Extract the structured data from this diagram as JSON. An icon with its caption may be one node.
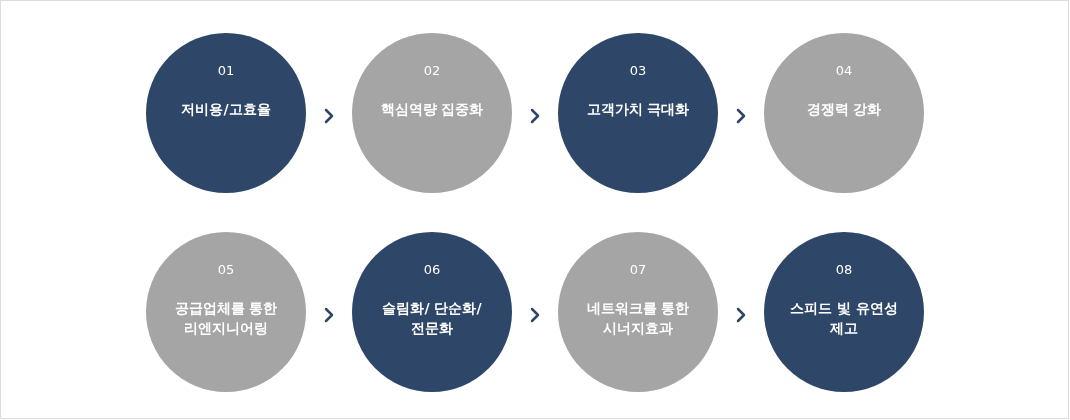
{
  "diagram": {
    "nodes": [
      {
        "text": [
          "01",
          "저비용/고효율"
        ]
      },
      {
        "text": [
          "02",
          "핵심역량 집중화"
        ]
      },
      {
        "text": [
          "03",
          "고객가치 극대화"
        ]
      },
      {
        "text": [
          "04",
          "경쟁력 강화"
        ]
      },
      {
        "text": [
          "05",
          "공급업체를 통한 리엔지니어링"
        ]
      },
      {
        "text": [
          "06",
          "슬림화/ 단순화/전문화"
        ]
      },
      {
        "text": [
          "07",
          "네트워크를 통한 시너지효과"
        ]
      },
      {
        "text": [
          "08",
          "스피드 빛 유연성 제고"
        ]
      }
    ],
    "edges": [
      {
        "from": 0,
        "to": 1,
        "arrow": "to"
      },
      {
        "from": 1,
        "to": 2,
        "arrow": "to"
      },
      {
        "from": 2,
        "to": 3,
        "arrow": "to"
      },
      {
        "from": 4,
        "to": 5,
        "arrow": "to"
      },
      {
        "from": 5,
        "to": 6,
        "arrow": "to"
      },
      {
        "from": 6,
        "to": 7,
        "arrow": "to"
      }
    ]
  }
}
